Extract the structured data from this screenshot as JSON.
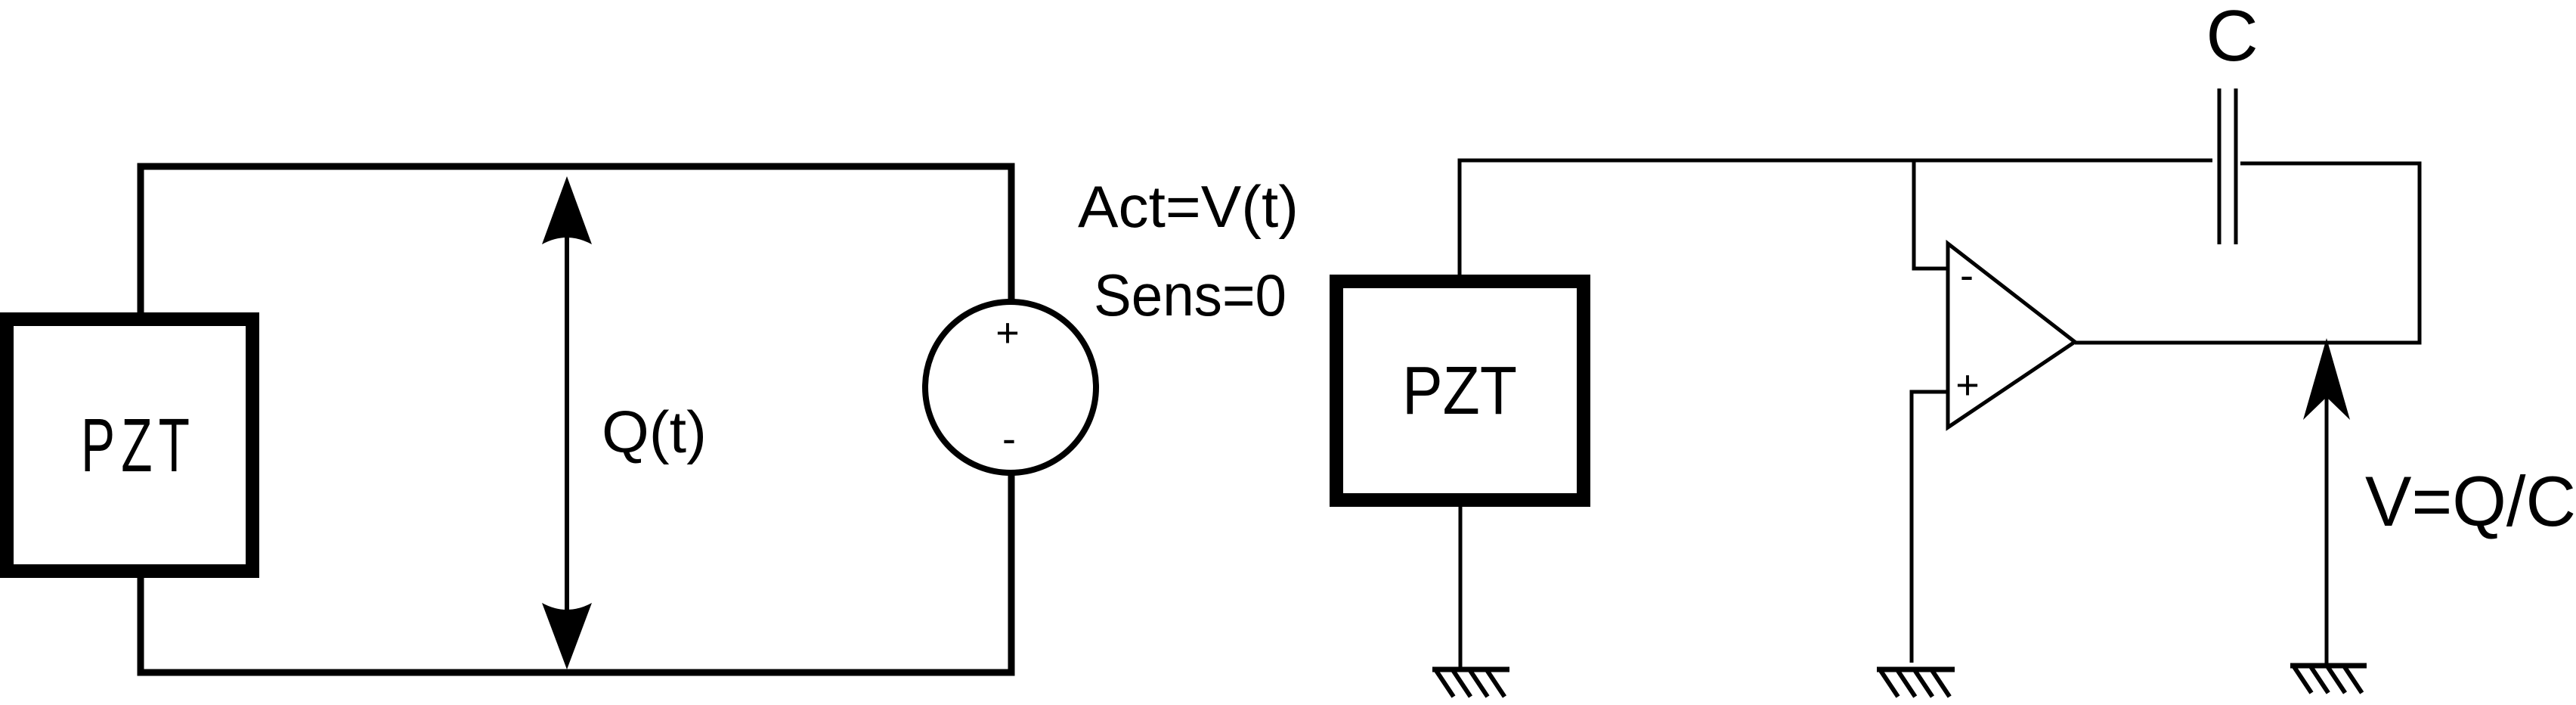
{
  "diagram": {
    "title": "Piezoelectric (PZT) actuator and charge amplifier circuits",
    "colors": {
      "ink": "#000000",
      "background": "#ffffff"
    },
    "left_circuit": {
      "pzt_label": "PZT",
      "charge_label": "Q(t)",
      "source": {
        "plus_sign": "+",
        "minus_sign": "-",
        "actuation_label": "Act=V(t)",
        "sensing_label": "Sens=0"
      }
    },
    "right_circuit": {
      "pzt_label": "PZT",
      "capacitor_label": "C",
      "opamp": {
        "inverting_sign": "-",
        "noninverting_sign": "+"
      },
      "output_label": "V=Q/C",
      "grounds": [
        "pzt-ground",
        "opamp-noninverting-ground",
        "output-ground"
      ]
    }
  }
}
